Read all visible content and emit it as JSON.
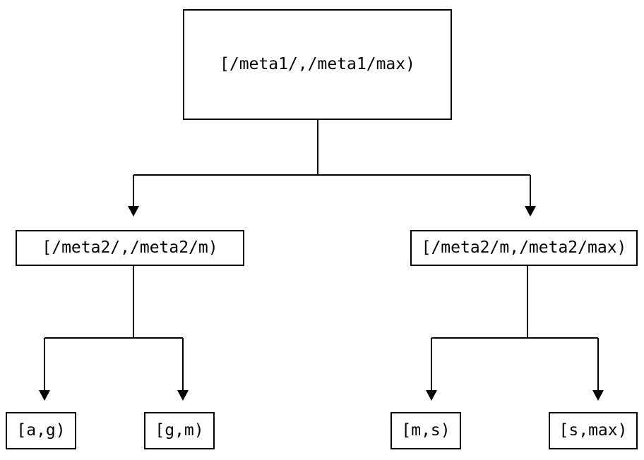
{
  "diagram": {
    "type": "binary-interval-partition-tree",
    "colors": {
      "line": "#000000",
      "text": "#000000",
      "background": "#ffffff"
    },
    "tree": {
      "label": "[/meta1/,/meta1/max)",
      "children": [
        {
          "label": "[/meta2/,/meta2/m)",
          "children": [
            {
              "label": "[a,g)"
            },
            {
              "label": "[g,m)"
            }
          ]
        },
        {
          "label": "[/meta2/m,/meta2/max)",
          "children": [
            {
              "label": "[m,s)"
            },
            {
              "label": "[s,max)"
            }
          ]
        }
      ]
    }
  }
}
